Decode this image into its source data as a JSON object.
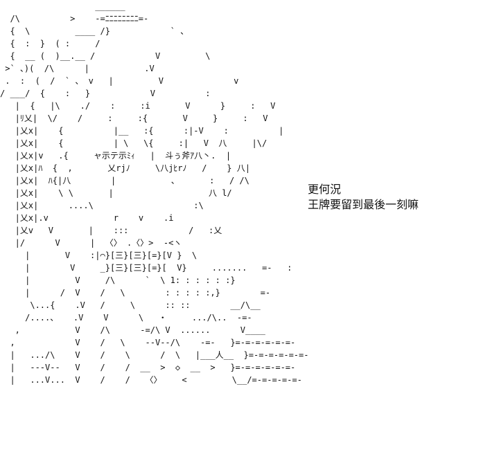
{
  "art": {
    "lines": [
      "                   ______",
      "  /\\          >    -=ﾆﾆﾆﾆﾆﾆﾆﾆ=-",
      "  {  \\         ____ /}            ` 、",
      "  {  :  }  ( :     /",
      "  {  __ (  )__.__ /            V         \\",
      " >` 、)(  /\\      |           .V",
      " .  :  (  /  ` 、 v   |         V              v",
      "/ ___/  {    :   }            V          :",
      "   |  {   |\\    ./    :     :i       V      }     :   V",
      "   |ﾘ乂|  \\/    /     :     :{       V     }     :   V",
      "   |乂x|    {          |__   :{      :|-V    :          |",
      "   |乂x|    {          | \\   \\{     :|   V  八     |\\/",
      "   |乂x|v   .{     ャ示テ示ﾐｨ   |  斗ぅ斧ｱ八丶.  |",
      "   |乂x|ﾊ  {  ,       乂rjﾉ     \\八jﾋrﾉ   /    } 八|",
      "   |乂x|  ﾊ{|八        |           、      :   / /\\",
      "   |乂x|    \\ \\       |                   八 l/",
      "   |乂x|      ....\\                    :\\",
      "   |乂x|.v             r    v    .i",
      "   |乂v   V       |    :::            /   :乂",
      "   |/      V      |  〈〉 .〈〉>  -<ヽ",
      "     |       V    :|⌒}[三}[三}[=}[V }  \\",
      "     |        V     _}[三}[三}[=}[  V}     .......   =-   :",
      "     |         V     /\\      `  \\ 1: : : : : :}",
      "     |      /  V    /   \\        : : : : :,}        =-",
      "      \\...{    .V   /     \\      :: ::        __/\\__",
      "     /....、   .V    V      \\   ・     .../\\..  -=-",
      "   ,           V    /\\      -=/\\ V  ......      V____",
      "  ,            V    /   \\    --V--/\\    -=-   }=-=-=-=-=-=-",
      "  |   .../\\    V    /    \\      /  \\   |___人__  }=-=-=-=-=-=-",
      "  |   ---V--   V    /    /  __  >  ◇  __  >   }=-=-=-=-=-=-",
      "  |   ...V...  V    /    /   〈〉    <         \\__/=-=-=-=-=-"
    ]
  },
  "caption": {
    "line1": "更何況",
    "line2": "王牌要留到最後一刻嘛"
  }
}
